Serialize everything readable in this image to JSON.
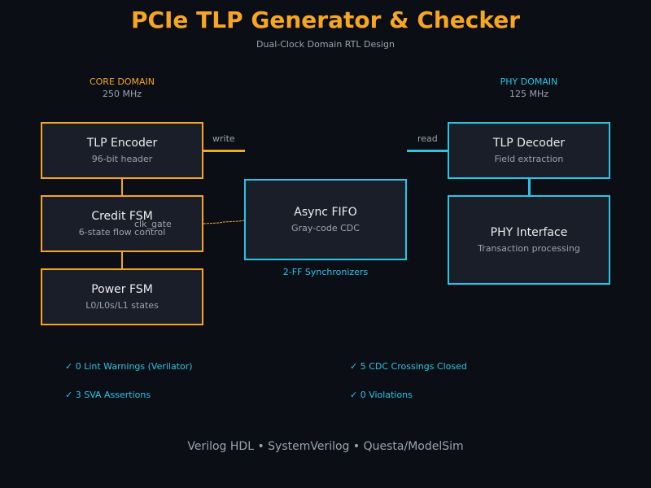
{
  "header": {
    "title": "PCIe TLP Generator & Checker",
    "subtitle": "Dual-Clock Domain RTL Design"
  },
  "domains": {
    "core": {
      "label": "CORE DOMAIN",
      "freq": "250 MHz"
    },
    "phy": {
      "label": "PHY DOMAIN",
      "freq": "125 MHz"
    }
  },
  "blocks": {
    "tlp_encoder": {
      "title": "TLP Encoder",
      "sub": "96-bit header"
    },
    "credit_fsm": {
      "title": "Credit FSM",
      "sub": "6-state flow control"
    },
    "power_fsm": {
      "title": "Power FSM",
      "sub": "L0/L0s/L1 states"
    },
    "async_fifo": {
      "title": "Async FIFO",
      "sub": "Gray-code CDC"
    },
    "tlp_decoder": {
      "title": "TLP Decoder",
      "sub": "Field extraction"
    },
    "phy_interface": {
      "title": "PHY Interface",
      "sub": "Transaction processing"
    }
  },
  "edges": {
    "write": "write",
    "read": "read",
    "clk_gate": "clk_gate"
  },
  "sync_label": "2-FF Synchronizers",
  "status": {
    "lint": "✓ 0 Lint Warnings (Verilator)",
    "sva": "✓ 3 SVA Assertions",
    "cdc": "✓ 5 CDC Crossings Closed",
    "violations": "✓ 0 Violations"
  },
  "footer": "Verilog HDL • SystemVerilog • Questa/ModelSim",
  "colors": {
    "background": "#0b0e15",
    "core_accent": "#f5a623",
    "phy_accent": "#29c5e6",
    "box_fill": "#1a1e28"
  }
}
